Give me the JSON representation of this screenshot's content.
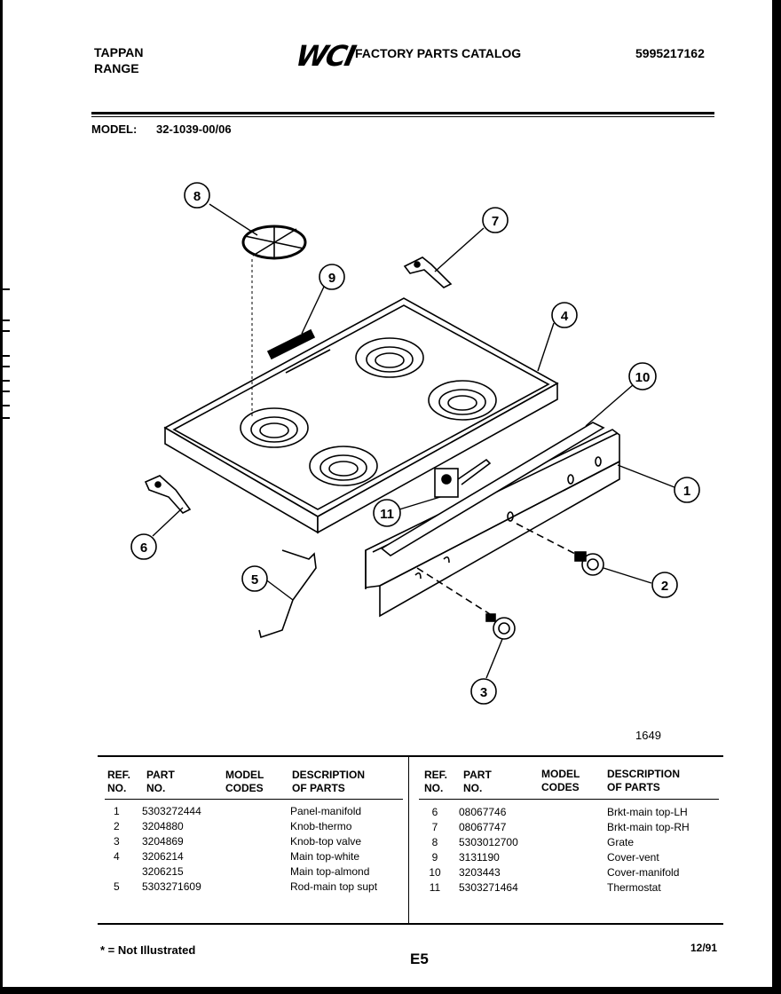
{
  "header": {
    "brand_line1": "TAPPAN",
    "brand_line2": "RANGE",
    "logo": "WCI",
    "catalog_title": "FACTORY PARTS CATALOG",
    "catalog_number": "5995217162"
  },
  "model": {
    "label": "MODEL:",
    "value": "32-1039-00/06"
  },
  "diagram": {
    "figure_number": "1649",
    "callouts": [
      "1",
      "2",
      "3",
      "4",
      "5",
      "6",
      "7",
      "8",
      "9",
      "10",
      "11"
    ]
  },
  "table": {
    "headers": {
      "ref_no": [
        "REF.",
        "NO."
      ],
      "part_no": [
        "PART",
        "NO."
      ],
      "model_codes": [
        "MODEL",
        "CODES"
      ],
      "description": [
        "DESCRIPTION",
        "OF PARTS"
      ]
    },
    "left": [
      {
        "ref": "1",
        "part": "5303272444",
        "desc": "Panel-manifold"
      },
      {
        "ref": "2",
        "part": "3204880",
        "desc": "Knob-thermo"
      },
      {
        "ref": "3",
        "part": "3204869",
        "desc": "Knob-top valve"
      },
      {
        "ref": "4",
        "part": "3206214",
        "desc": "Main top-white"
      },
      {
        "ref": "",
        "part": "3206215",
        "desc": "Main top-almond"
      },
      {
        "ref": "5",
        "part": "5303271609",
        "desc": "Rod-main top supt"
      }
    ],
    "right": [
      {
        "ref": "6",
        "part": "08067746",
        "desc": "Brkt-main top-LH"
      },
      {
        "ref": "7",
        "part": "08067747",
        "desc": "Brkt-main top-RH"
      },
      {
        "ref": "8",
        "part": "5303012700",
        "desc": "Grate"
      },
      {
        "ref": "9",
        "part": "3131190",
        "desc": "Cover-vent"
      },
      {
        "ref": "10",
        "part": "3203443",
        "desc": "Cover-manifold"
      },
      {
        "ref": "11",
        "part": "5303271464",
        "desc": "Thermostat"
      }
    ]
  },
  "footer": {
    "note": "* = Not Illustrated",
    "page_code": "E5",
    "date": "12/91"
  }
}
